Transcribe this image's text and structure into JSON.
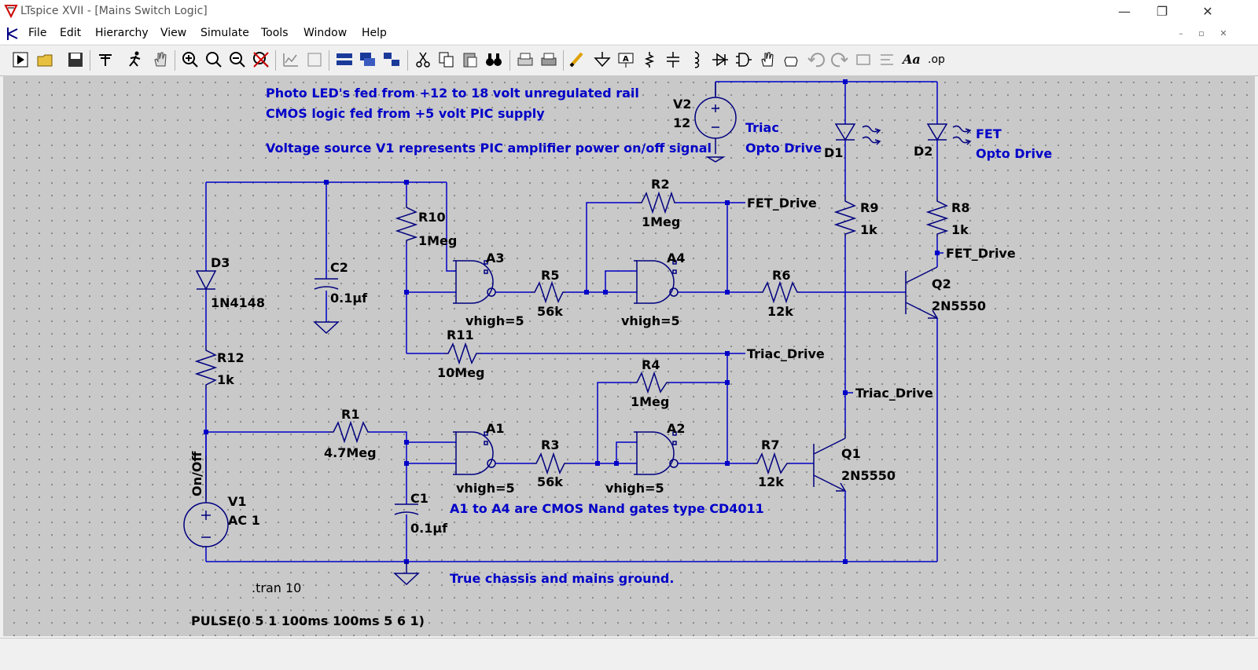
{
  "window": {
    "title": "LTspice XVII - [Mains Switch Logic]",
    "buttons": {
      "minimize": "—",
      "restore": "❐",
      "close": "✕"
    }
  },
  "menu": {
    "items": [
      {
        "label": "File"
      },
      {
        "label": "Edit"
      },
      {
        "label": "Hierarchy"
      },
      {
        "label": "View"
      },
      {
        "label": "Simulate"
      },
      {
        "label": "Tools"
      },
      {
        "label": "Window"
      },
      {
        "label": "Help"
      }
    ],
    "mdi": {
      "minimize": "–",
      "restore": "▫",
      "close": "✕"
    }
  },
  "toolbar": {
    "icons": [
      "run-icon",
      "open-icon",
      "save-icon",
      "control-panel-icon",
      "run-sim-icon",
      "pan-icon",
      "zoom-in-icon",
      "zoom-fit-icon",
      "zoom-out-icon",
      "zoom-cancel-icon",
      "autorange-icon",
      "tile-icon",
      "cascade-icon",
      "window-icon",
      "arrange-icon",
      "cut-icon",
      "copy-icon",
      "paste-icon",
      "find-icon",
      "print-preview-icon",
      "print-icon",
      "draw-wire-icon",
      "ground-icon",
      "label-net-icon",
      "resistor-icon",
      "capacitor-icon",
      "inductor-icon",
      "diode-icon",
      "component-icon",
      "move-icon",
      "drag-icon",
      "undo-icon",
      "redo-icon",
      "rotate-icon",
      "mirror-icon",
      "text-icon",
      "spice-directive-icon"
    ],
    "text_label": "Aa",
    "op_label": ".op"
  },
  "schematic": {
    "notes": {
      "note1": "Photo LED's fed from +12 to 18 volt unregulated rail",
      "note2": "CMOS logic fed from +5 volt PIC supply",
      "note3": "Voltage source V1 represents PIC amplifier power on/off signal",
      "triac_opto_1": "Triac",
      "triac_opto_2": "Opto Drive",
      "fet_opto_1": "FET",
      "fet_opto_2": "Opto Drive",
      "gates": "A1 to A4 are CMOS Nand gates type CD4011",
      "ground": "True chassis and mains ground."
    },
    "components": {
      "v2": {
        "name": "V2",
        "value": "12"
      },
      "v1": {
        "name": "V1",
        "value": "AC 1"
      },
      "d1": {
        "name": "D1"
      },
      "d2": {
        "name": "D2"
      },
      "d3": {
        "name": "D3",
        "value": "1N4148"
      },
      "r1": {
        "name": "R1",
        "value": "4.7Meg"
      },
      "r2": {
        "name": "R2",
        "value": "1Meg"
      },
      "r3": {
        "name": "R3",
        "value": "56k"
      },
      "r4": {
        "name": "R4",
        "value": "1Meg"
      },
      "r5": {
        "name": "R5",
        "value": "56k"
      },
      "r6": {
        "name": "R6",
        "value": "12k"
      },
      "r7": {
        "name": "R7",
        "value": "12k"
      },
      "r8": {
        "name": "R8",
        "value": "1k"
      },
      "r9": {
        "name": "R9",
        "value": "1k"
      },
      "r10": {
        "name": "R10",
        "value": "1Meg"
      },
      "r11": {
        "name": "R11",
        "value": "10Meg"
      },
      "r12": {
        "name": "R12",
        "value": "1k"
      },
      "c1": {
        "name": "C1",
        "value": "0.1µf"
      },
      "c2": {
        "name": "C2",
        "value": "0.1µf"
      },
      "a1": {
        "name": "A1",
        "param": "vhigh=5"
      },
      "a2": {
        "name": "A2",
        "param": "vhigh=5"
      },
      "a3": {
        "name": "A3",
        "param": "vhigh=5"
      },
      "a4": {
        "name": "A4",
        "param": "vhigh=5"
      },
      "q1": {
        "name": "Q1",
        "value": "2N5550"
      },
      "q2": {
        "name": "Q2",
        "value": "2N5550"
      }
    },
    "nets": {
      "fet_drive_top": "FET_Drive",
      "fet_drive_q2": "FET_Drive",
      "triac_drive_mid": "Triac_Drive",
      "triac_drive_q1": "Triac_Drive",
      "on_off": "On/Off"
    },
    "directives": {
      "tran": ".tran 10",
      "pulse": "PULSE(0 5 1 100ms 100ms 5 6 1)"
    },
    "colors": {
      "wire": "#0000c8",
      "component": "#000080",
      "note": "#0000c8",
      "canvas": "#c9c9c9"
    }
  }
}
